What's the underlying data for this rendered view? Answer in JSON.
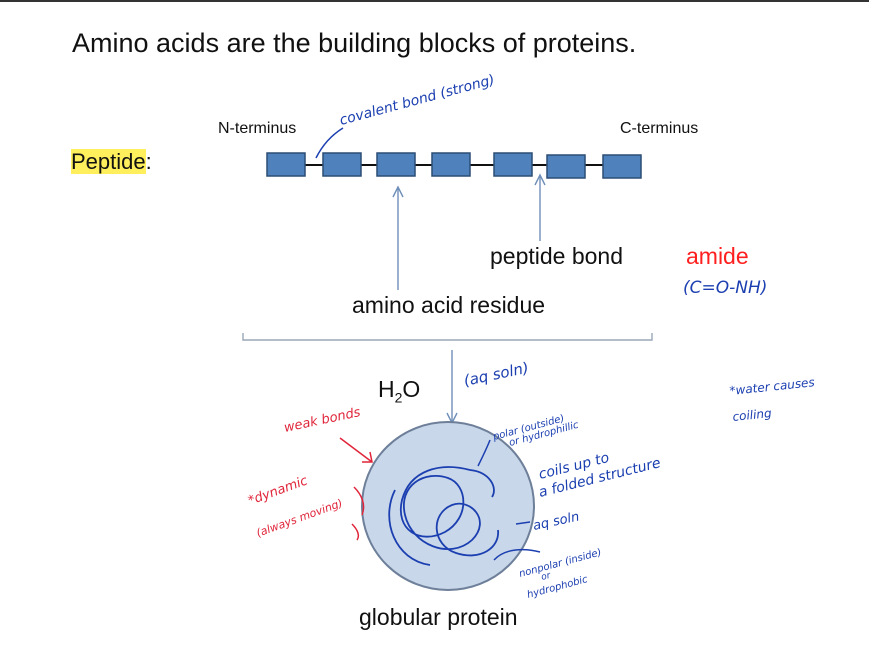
{
  "slide": {
    "title": "Amino acids are the building blocks of proteins.",
    "peptide_word": "Peptide",
    "peptide_colon": ":",
    "n_terminus": "N-terminus",
    "c_terminus": "C-terminus",
    "peptide_bond": "peptide bond",
    "amide": "amide",
    "amino_acid_residue": "amino acid residue",
    "water_main": "H",
    "water_sub": "2",
    "water_tail": "O",
    "globular_protein": "globular protein"
  },
  "annotations": {
    "covalent_bond": "covalent bond (strong)",
    "amide_formula": "(C=O-NH)",
    "aq_soln": "(aq soln)",
    "weak_bonds": "weak bonds",
    "dynamic_line1": "*dynamic",
    "dynamic_line2": "(always moving)",
    "polar_line1": "polar (outside)",
    "polar_line2": "or hydrophillic",
    "coils_line1": "coils up to",
    "coils_line2": "a folded structure",
    "aq_soln_side": "aq soln",
    "nonpolar_line1": "nonpolar (inside)",
    "nonpolar_line2": "or",
    "nonpolar_line3": "hydrophobic",
    "water_causes_line1": "*water causes",
    "water_causes_line2": "coiling"
  },
  "colors": {
    "residue_fill": "#4f81bd",
    "residue_stroke": "#2c4d75",
    "highlight": "#ffef5c",
    "ink_blue": "#1b3fb0",
    "ink_red": "#e0253a",
    "amide_red": "#ff1f1f",
    "protein_fill": "#c9d7ea",
    "protein_stroke": "#6d7f99"
  },
  "chain": {
    "residue_count": 7
  }
}
